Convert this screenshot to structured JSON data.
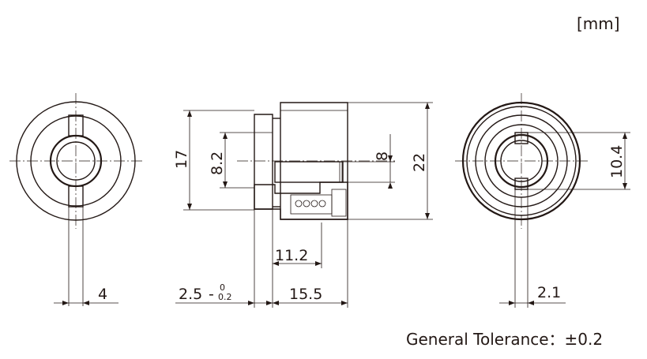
{
  "units_label": "[mm]",
  "general_tolerance": "General Tolerance：±0.2",
  "dimensions": {
    "left_slot": "4",
    "height_17": "17",
    "height_8_2": "8.2",
    "inner_8": "8",
    "height_22": "22",
    "len_11_2": "11.2",
    "len_15_5": "15.5",
    "flange_2_5": "2.5",
    "tol_upper": "0",
    "tol_lower": "0.2",
    "right_10_4": "10.4",
    "right_slot": "2.1"
  },
  "colors": {
    "line": "#231815",
    "background": "#ffffff"
  }
}
